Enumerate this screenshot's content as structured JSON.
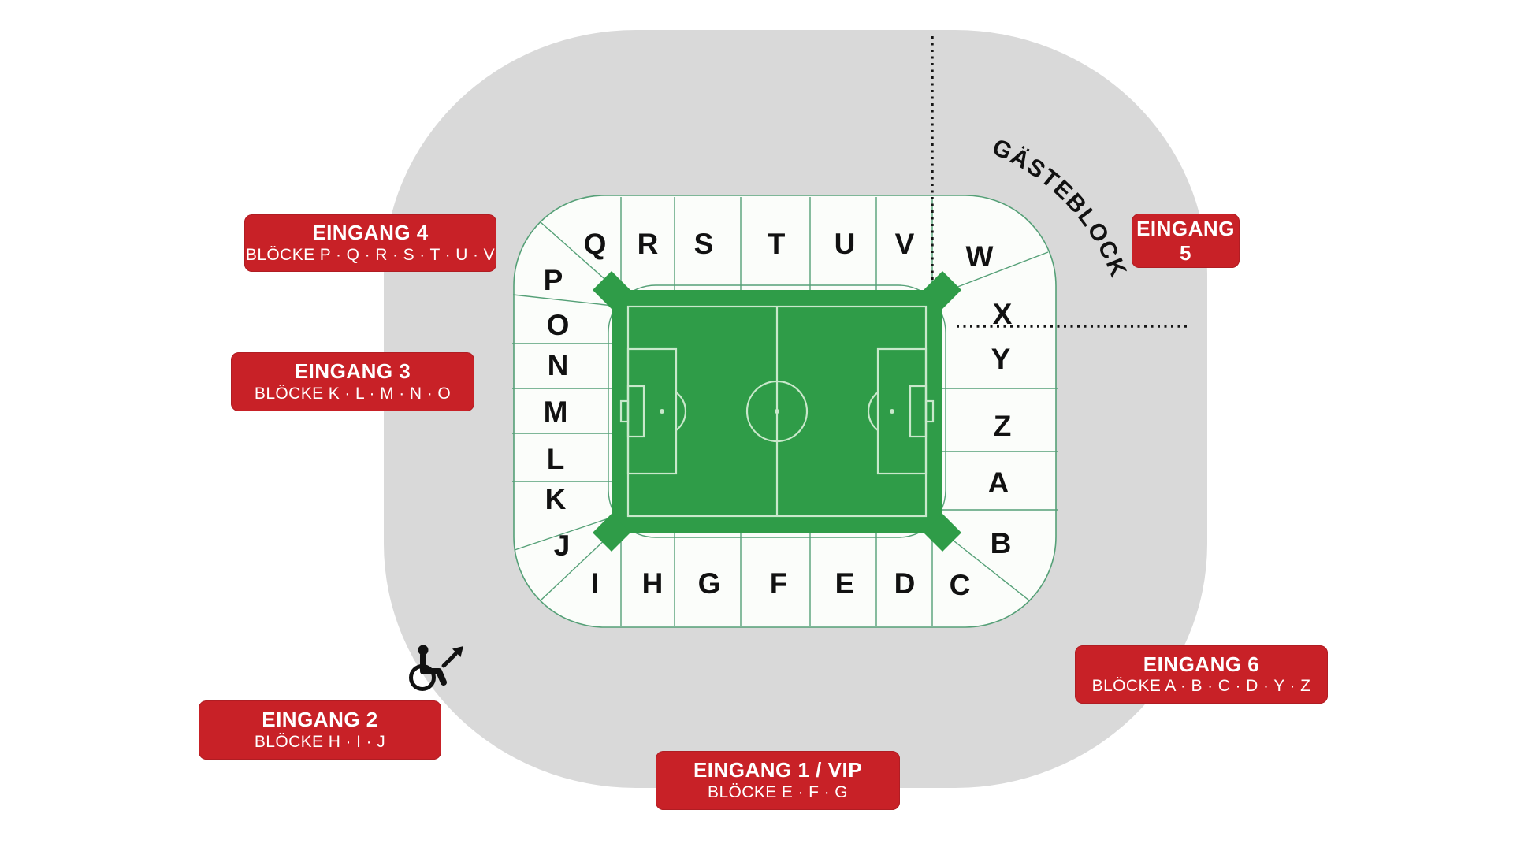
{
  "theme": {
    "stadium_gray": "#d9d9d9",
    "block_line_green": "#55a077",
    "pitch_green": "#2f9c48",
    "pitch_line": "#c9e8cb",
    "entrance_red": "#c82127",
    "text_black": "#111111"
  },
  "stadium": {
    "guest_block_label": "GÄSTEBLOCK",
    "block_letters": [
      "Q",
      "R",
      "S",
      "T",
      "U",
      "V",
      "W",
      "X",
      "Y",
      "Z",
      "A",
      "B",
      "C",
      "D",
      "E",
      "F",
      "G",
      "H",
      "I",
      "J",
      "K",
      "L",
      "M",
      "N",
      "O",
      "P"
    ]
  },
  "entrances": [
    {
      "title": "EINGANG 4",
      "subtitle": "BLÖCKE P · Q · R · S · T · U · V"
    },
    {
      "title": "EINGANG 3",
      "subtitle": "BLÖCKE K · L · M · N · O"
    },
    {
      "title": "EINGANG 5",
      "subtitle": ""
    },
    {
      "title": "EINGANG 2",
      "subtitle": "BLÖCKE H · I · J"
    },
    {
      "title": "EINGANG 1 / VIP",
      "subtitle": "BLÖCKE E · F · G"
    },
    {
      "title": "EINGANG 6",
      "subtitle": "BLÖCKE A · B · C · D · Y · Z"
    }
  ],
  "icons": {
    "wheelchair": "wheelchair-access-icon",
    "direction_arrow": "arrow-up-right-icon"
  }
}
